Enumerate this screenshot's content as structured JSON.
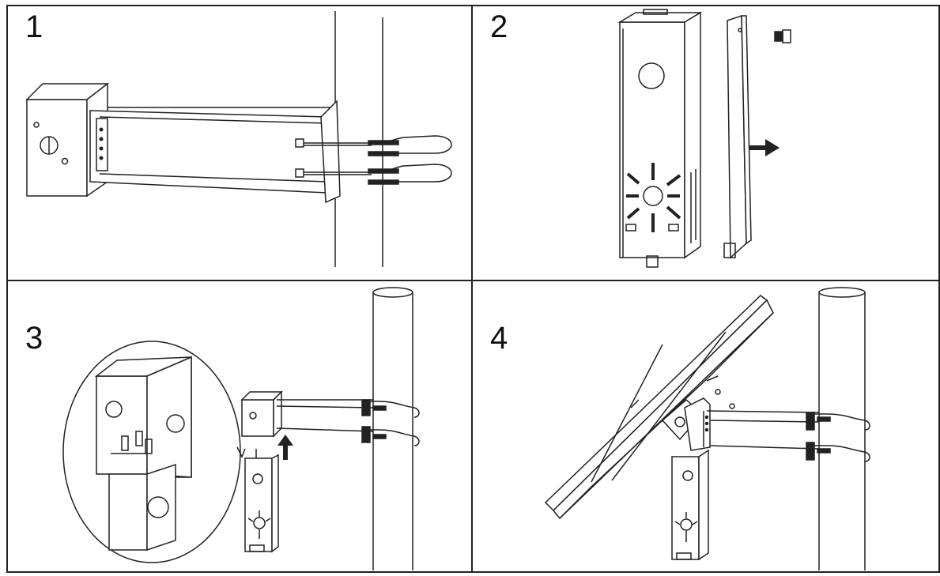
{
  "steps": [
    {
      "label": "1"
    },
    {
      "label": "2"
    },
    {
      "label": "3"
    },
    {
      "label": "4"
    }
  ]
}
